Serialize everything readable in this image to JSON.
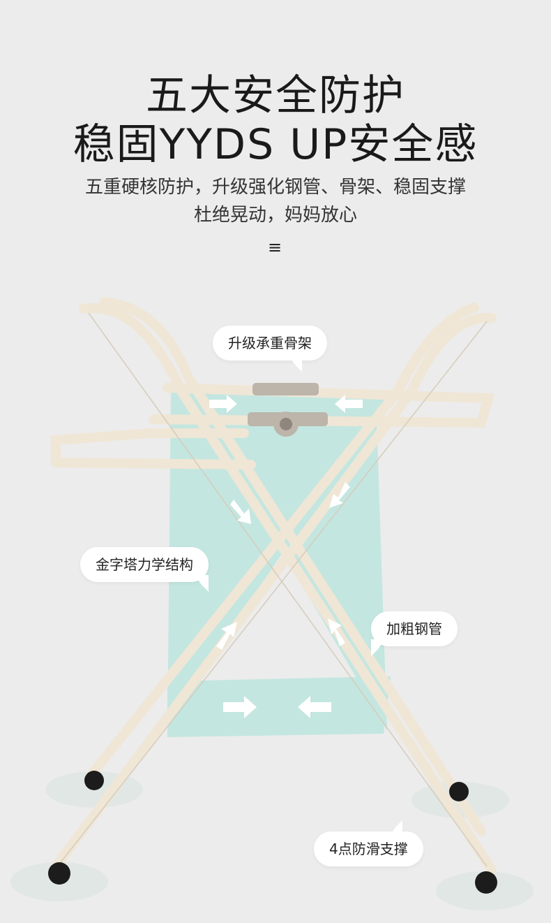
{
  "header": {
    "title_line1": "五大安全防护",
    "title_line2": "稳固YYDS  UP安全感",
    "subtitle_line1": "五重硬核防护，升级强化钢管、骨架、稳固支撑",
    "subtitle_line2": "杜绝晃动，妈妈放心",
    "menu_icon": "≡"
  },
  "callouts": [
    {
      "label": "升级承重骨架"
    },
    {
      "label": "金字塔力学结构"
    },
    {
      "label": "加粗钢管"
    },
    {
      "label": "4点防滑支撑"
    }
  ],
  "colors": {
    "background": "#ececec",
    "frame": "#efe6d6",
    "fabric": "#bfe6df",
    "arrow": "#ffffff"
  }
}
